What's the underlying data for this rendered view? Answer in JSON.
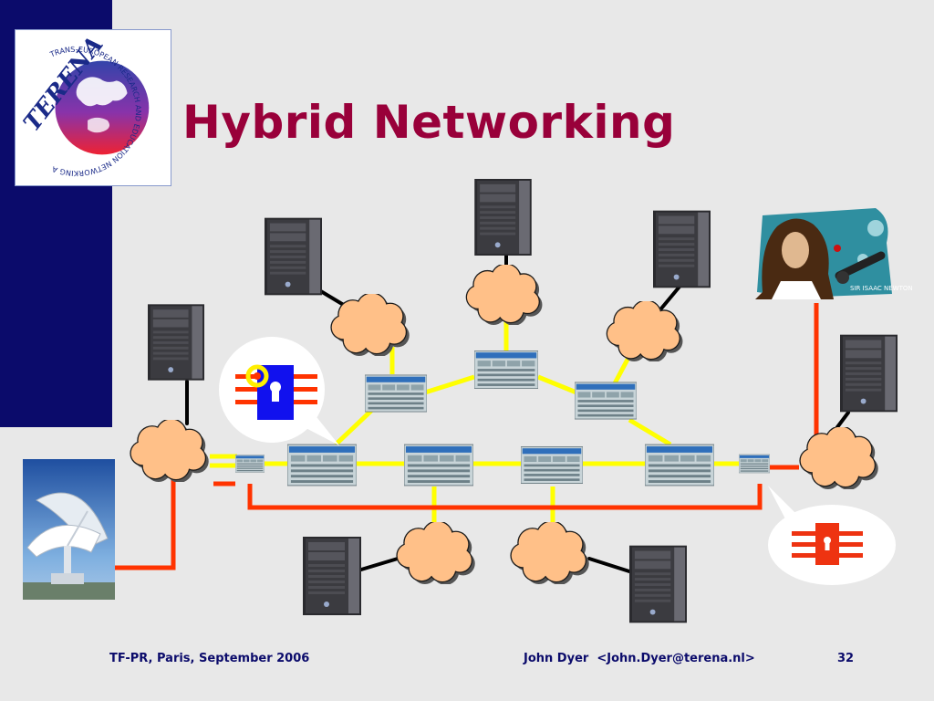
{
  "slide": {
    "title": "Hybrid Networking",
    "logo": {
      "wordmark": "TERENA",
      "arc_text": "TRANS-EUROPEAN RESEARCH AND EDUCATION NETWORKING ASSOCIATION"
    }
  },
  "footer": {
    "left": "TF-PR, Paris, September 2006",
    "center": "John Dyer  <John.Dyer@terena.nl>",
    "page_number": "32"
  },
  "portrait": {
    "caption": "SIR ISAAC NEWTON"
  },
  "colors": {
    "sidebar": "#0b0b6b",
    "title": "#99003a",
    "ip_link": "#ffff00",
    "lightpath": "#ff3300",
    "cloud": "#ffc088",
    "background": "#e8e8e8"
  },
  "icons": {
    "server": "tower-server-icon",
    "router": "rack-router-icon",
    "cloud": "network-cloud-icon",
    "switch": "optical-switch-icon",
    "telescope": "radio-telescope-icon",
    "portrait": "newton-portrait-icon"
  }
}
